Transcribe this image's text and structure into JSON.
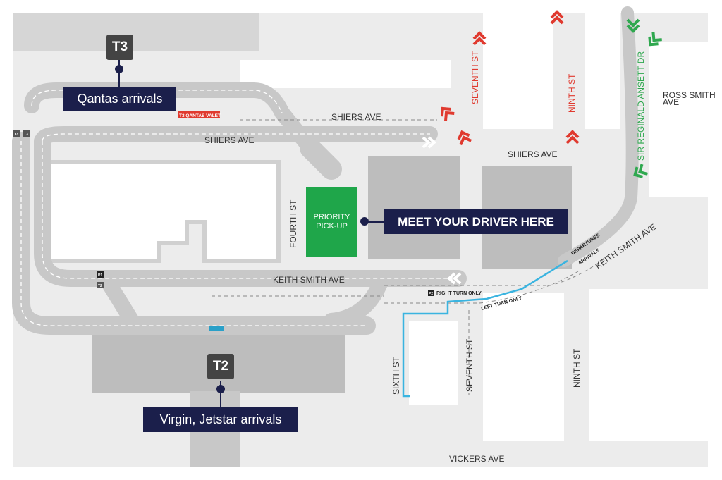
{
  "terminals": [
    {
      "badge": "T3",
      "label": "Qantas arrivals"
    },
    {
      "badge": "T2",
      "label": "Virgin, Jetstar arrivals"
    }
  ],
  "pickup": {
    "label_line1": "PRIORITY",
    "label_line2": "PICK-UP",
    "color": "#1fa64a"
  },
  "meet": {
    "label": "MEET YOUR DRIVER HERE",
    "color": "#1b1f4b"
  },
  "streets": {
    "shiers_top": "SHIERS AVE",
    "shiers_mid": "SHIERS AVE",
    "shiers_right": "SHIERS AVE",
    "keith_smith": "KEITH SMITH AVE",
    "keith_smith_diag": "KEITH SMITH AVE",
    "fourth": "FOURTH ST",
    "seventh_top": "SEVENTH ST",
    "ninth_top": "NINTH ST",
    "sir_reginald": "SIR REGINALD ANSETT DR",
    "ross_smith_1": "ROSS SMITH",
    "ross_smith_2": "AVE",
    "sixth": "SIXTH ST",
    "seventh_bottom": "SEVENTH ST",
    "ninth_bottom": "NINTH ST",
    "vickers": "VICKERS AVE",
    "departures": "DEPARTURES",
    "arrivals": "ARRIVALS"
  },
  "signs": {
    "valet": "T3 QANTAS VALET",
    "right_turn": "RIGHT TURN ONLY",
    "left_turn": "LEFT TURN ONLY",
    "p1": "P1",
    "p2": "P2",
    "t2": "T2",
    "t3a": "T3",
    "t3b": "T3"
  },
  "colors": {
    "road": "#c8c8c8",
    "building": "#bdbdbd",
    "ground": "#ececec",
    "route": "#3ab4e0",
    "chevron_red": "#e03a2f",
    "chevron_green": "#2fa84f",
    "valet": "#e03a2f"
  }
}
